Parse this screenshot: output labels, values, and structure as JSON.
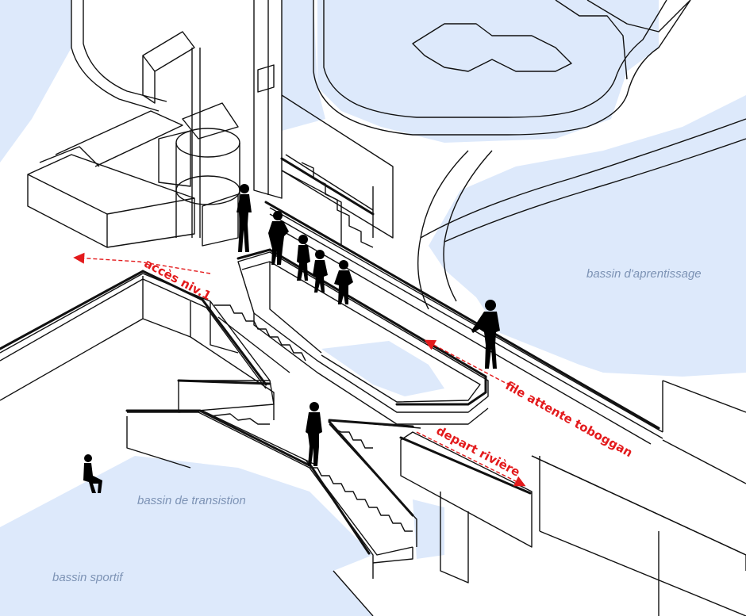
{
  "colors": {
    "water": "#dde9fb",
    "line": "#111111",
    "figure": "#000000",
    "annotation": "#e31a1c",
    "pool_label": "#7d93b5"
  },
  "pools": {
    "learning": "bassin d'aprentissage",
    "transition": "bassin de transistion",
    "sport": "bassin sportif"
  },
  "routes": {
    "level1": "accès niv.1",
    "slide_queue": "file attente toboggan",
    "river_start": "depart rivière"
  }
}
